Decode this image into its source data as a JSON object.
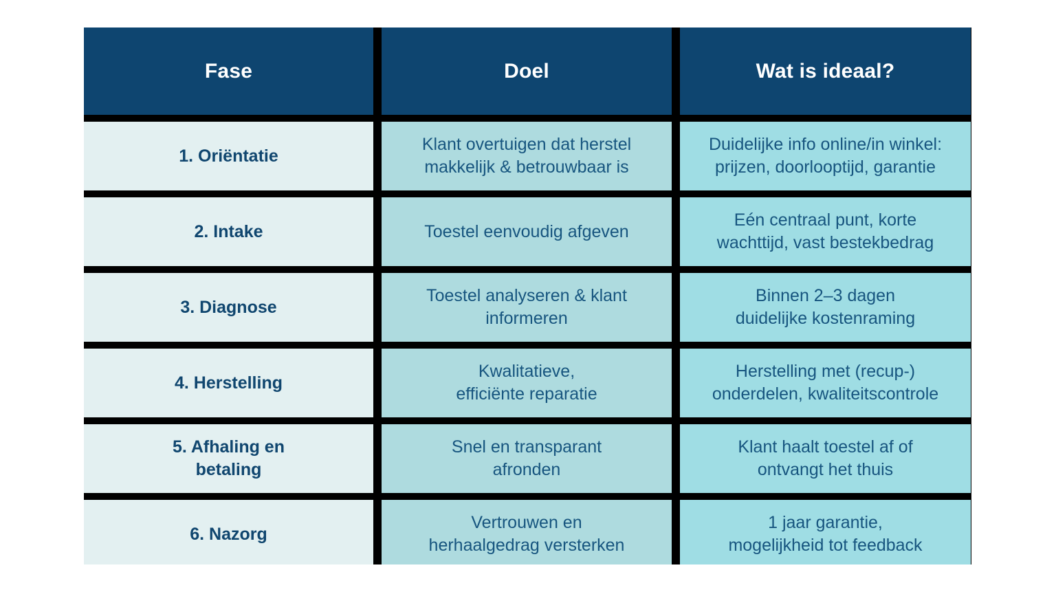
{
  "table": {
    "name": "herstelproces-fasen-tabel",
    "colors": {
      "header_background": "#0e4570",
      "header_text": "#ffffff",
      "grid_background": "#000000",
      "column1_background": "#e3f0f1",
      "column2_background": "#aedbdf",
      "column3_background": "#9fdde4",
      "body_text": "#17557f",
      "phase_text": "#10466f",
      "page_background": "#ffffff"
    },
    "headers": [
      "Fase",
      "Doel",
      "Wat is ideaal?"
    ],
    "rows": [
      {
        "fase": "1. Oriëntatie",
        "doel": "Klant overtuigen dat herstel\nmakkelijk & betrouwbaar is",
        "ideaal": "Duidelijke info online/in winkel:\nprijzen, doorlooptijd, garantie"
      },
      {
        "fase": "2. Intake",
        "doel": "Toestel eenvoudig afgeven",
        "ideaal": "Eén centraal punt, korte\nwachttijd, vast bestekbedrag"
      },
      {
        "fase": "3. Diagnose",
        "doel": "Toestel analyseren & klant\ninformeren",
        "ideaal": "Binnen 2–3 dagen\nduidelijke kostenraming"
      },
      {
        "fase": "4. Herstelling",
        "doel": "Kwalitatieve,\nefficiënte reparatie",
        "ideaal": "Herstelling met (recup-)\nonderdelen, kwaliteitscontrole"
      },
      {
        "fase": "5. Afhaling en\nbetaling",
        "doel": "Snel en transparant\nafronden",
        "ideaal": "Klant haalt toestel af of\nontvangt het thuis"
      },
      {
        "fase": "6. Nazorg",
        "doel": "Vertrouwen en\nherhaalgedrag versterken",
        "ideaal": "1 jaar garantie,\nmogelijkheid tot feedback"
      }
    ]
  }
}
